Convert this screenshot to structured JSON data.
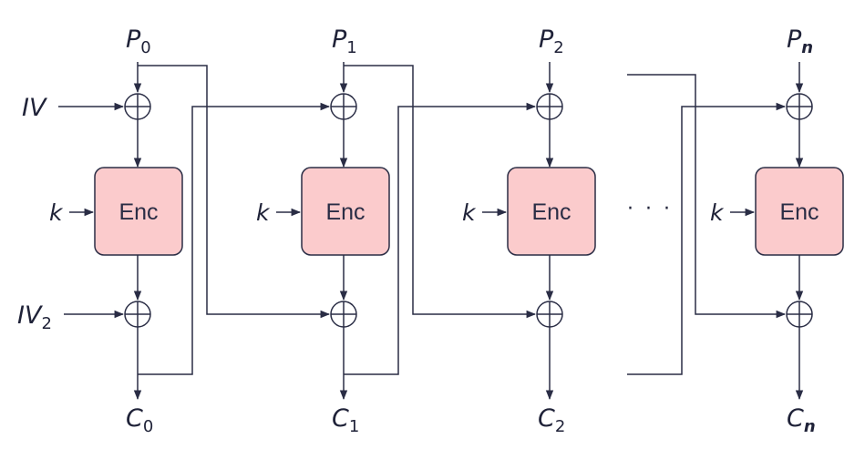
{
  "diagram": {
    "iv": {
      "base": "IV",
      "sub": ""
    },
    "iv2": {
      "base": "IV",
      "sub": "2"
    },
    "key": "k",
    "enc_label": "Enc",
    "ellipsis": "· · ·",
    "stages": [
      {
        "plain_base": "P",
        "plain_sub": "0",
        "cipher_base": "C",
        "cipher_sub": "0"
      },
      {
        "plain_base": "P",
        "plain_sub": "1",
        "cipher_base": "C",
        "cipher_sub": "1"
      },
      {
        "plain_base": "P",
        "plain_sub": "2",
        "cipher_base": "C",
        "cipher_sub": "2"
      },
      {
        "plain_base": "P",
        "plain_sub": "n",
        "cipher_base": "C",
        "cipher_sub": "n"
      }
    ]
  }
}
